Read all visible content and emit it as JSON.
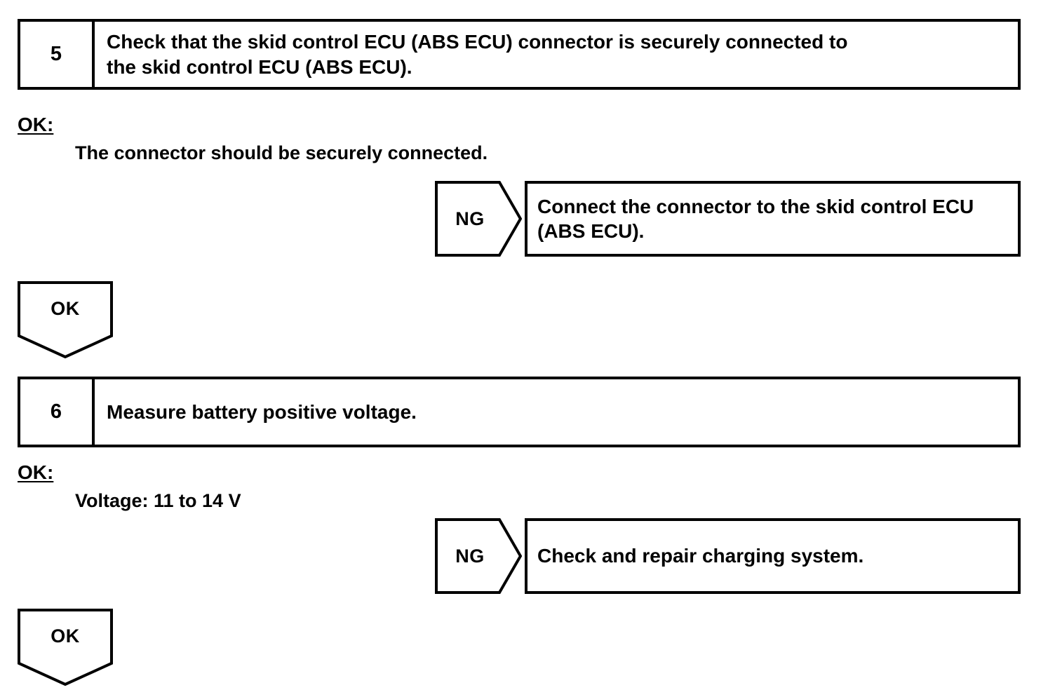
{
  "document": {
    "type": "diagnostic-flowchart",
    "stroke_color": "#000000",
    "background_color": "#ffffff"
  },
  "steps": [
    {
      "number": "5",
      "instruction": "Check that the skid control ECU (ABS ECU) connector is securely connected to\nthe skid control ECU (ABS ECU).",
      "ok_heading": "OK:",
      "ok_condition": "The connector should be securely connected.",
      "ng_label": "NG",
      "ng_action": "Connect the connector to the skid control ECU\n(ABS ECU).",
      "ok_connector_label": "OK"
    },
    {
      "number": "6",
      "instruction": "Measure battery positive voltage.",
      "ok_heading": "OK:",
      "ok_condition": "Voltage: 11 to 14 V",
      "ng_label": "NG",
      "ng_action": "Check and repair charging system.",
      "ok_connector_label": "OK"
    }
  ]
}
